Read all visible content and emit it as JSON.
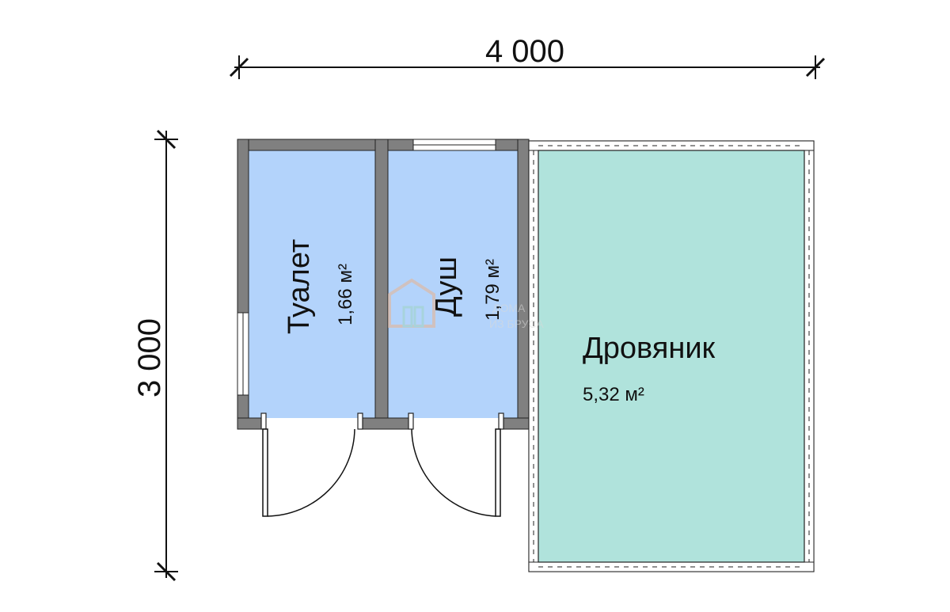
{
  "dimensions": {
    "width": "4 000",
    "height": "3 000"
  },
  "rooms": [
    {
      "name": "Туалет",
      "area": "1,66 м²"
    },
    {
      "name": "Душ",
      "area": "1,79 м²"
    },
    {
      "name": "Дровяник",
      "area": "5,32 м²"
    }
  ],
  "watermark": {
    "line1": "ДОМА",
    "line2": "ИЗ БРУСА"
  },
  "colors": {
    "wall": "#808080",
    "wet_room_fill": "#b3d3fb",
    "woodshed_fill": "#b0e3dc",
    "line": "#111111"
  }
}
